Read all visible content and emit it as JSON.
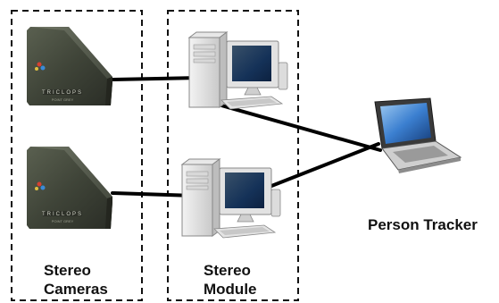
{
  "camera_brand": "TRICLOPS",
  "camera_subtext": "POINT GREY",
  "labels": {
    "stereo_cameras": [
      "Stereo",
      "Cameras"
    ],
    "stereo_module": [
      "Stereo",
      "Module"
    ],
    "person_tracker": "Person Tracker"
  },
  "icons": {
    "camera": "stereo-camera-icon",
    "computer": "desktop-computer-icon",
    "laptop": "laptop-icon"
  }
}
